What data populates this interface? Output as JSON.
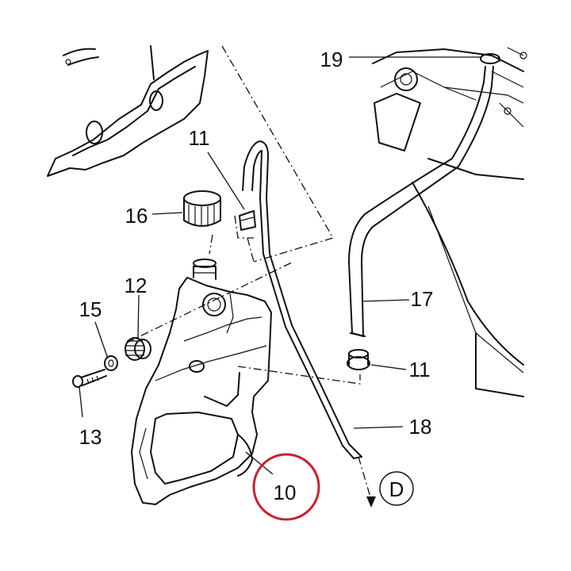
{
  "diagram": {
    "callouts": {
      "c10": "10",
      "c11a": "11",
      "c11b": "11",
      "c12": "12",
      "c13": "13",
      "c15": "15",
      "c16": "16",
      "c17": "17",
      "c18": "18",
      "c19": "19",
      "cD": "D"
    },
    "highlight_color": "#cc1f2d",
    "line_color": "#111111"
  }
}
